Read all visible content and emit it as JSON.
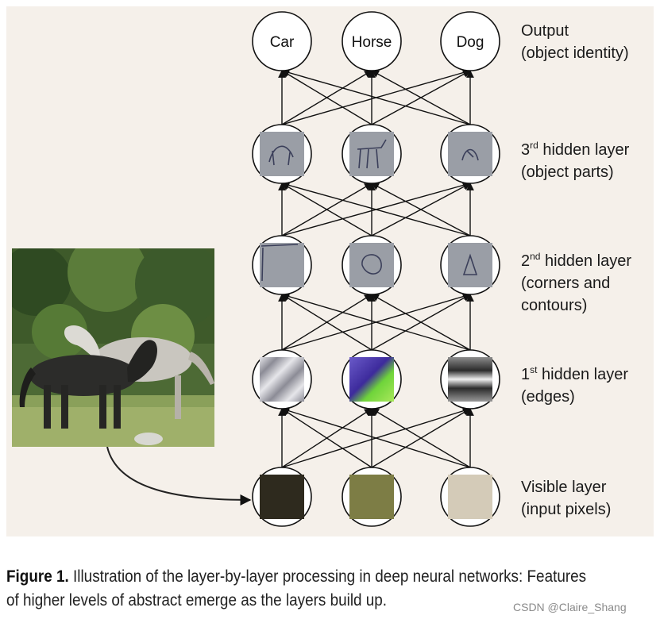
{
  "output_nodes": [
    "Car",
    "Horse",
    "Dog"
  ],
  "layers": [
    {
      "name": "Output",
      "sup": "",
      "rest": "",
      "lines": [
        "(object identity)"
      ]
    },
    {
      "name": "3",
      "sup": "rd",
      "rest": " hidden layer",
      "lines": [
        "(object parts)"
      ]
    },
    {
      "name": "2",
      "sup": "nd",
      "rest": " hidden layer",
      "lines": [
        "(corners and",
        "contours)"
      ]
    },
    {
      "name": "1",
      "sup": "st",
      "rest": " hidden layer",
      "lines": [
        "(edges)"
      ]
    },
    {
      "name": "Visible layer",
      "sup": "",
      "rest": "",
      "lines": [
        "(input pixels)"
      ]
    }
  ],
  "visible_pixel_colors": [
    "#2e2a1e",
    "#7d7d45",
    "#d4cbb8"
  ],
  "caption": {
    "bold": "Figure 1.",
    "text": " Illustration of the layer-by-layer processing in deep neural networks: Features",
    "line2": "of higher levels of abstract emerge as the layers build up."
  },
  "watermark": "CSDN @Claire_Shang"
}
